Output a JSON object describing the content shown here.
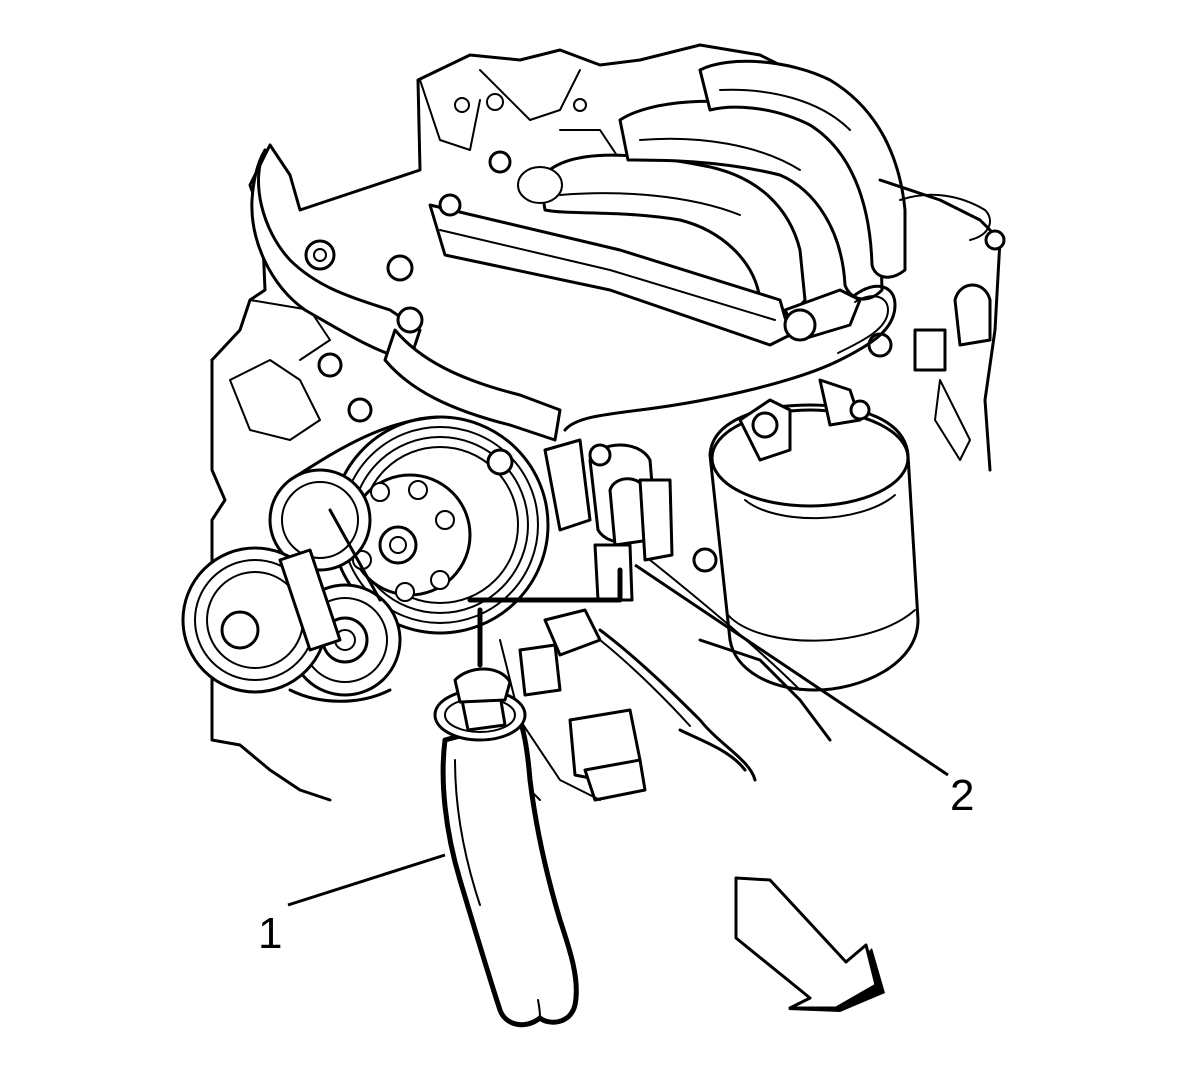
{
  "callouts": [
    {
      "id": "1",
      "label": "1"
    },
    {
      "id": "2",
      "label": "2"
    }
  ],
  "icons": {
    "direction_arrow": "arrow-down-right-icon"
  },
  "colors": {
    "line": "#000000",
    "background": "#ffffff"
  }
}
